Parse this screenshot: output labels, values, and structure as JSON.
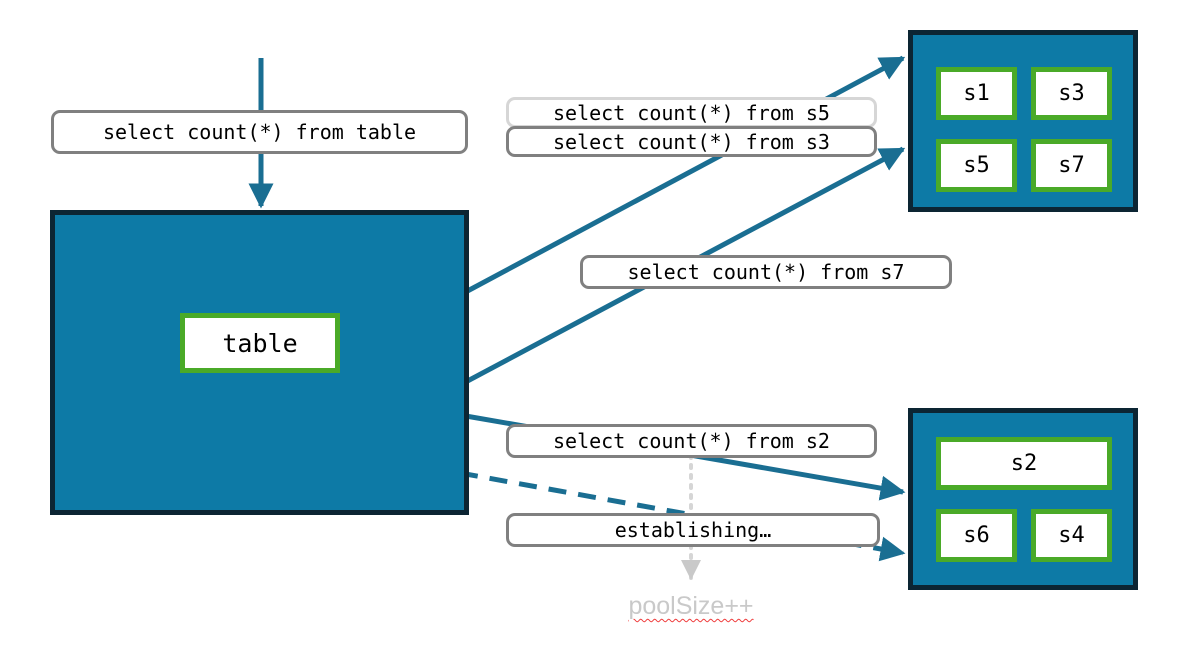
{
  "diagram": {
    "title": "sharded table fan-out query diagram",
    "colors": {
      "container_fill": "#0d7aa6",
      "container_border": "#0c2533",
      "node_border": "#4aaa28",
      "node_fill": "#ffffff",
      "edge": "#1a6e92",
      "label_border": "#808080",
      "label_border_faded": "#d6d6d6",
      "note_text": "#c9c9c9",
      "spellcheck_underline": "#ef3b3b",
      "dotted_guide": "#d6d6d6"
    }
  },
  "labels": {
    "from_table": "select count(*) from table",
    "from_s5": "select count(*) from s5",
    "from_s3": "select count(*) from s3",
    "from_s7": "select count(*) from s7",
    "from_s2": "select count(*) from s2",
    "establishing": "establishing…"
  },
  "note": {
    "poolsize": "poolSize++"
  },
  "table_container": {
    "node_label": "table"
  },
  "shard_group_top": {
    "nodes": [
      {
        "label": "s1"
      },
      {
        "label": "s3"
      },
      {
        "label": "s5"
      },
      {
        "label": "s7"
      }
    ]
  },
  "shard_group_bottom": {
    "nodes": [
      {
        "label": "s2"
      },
      {
        "label": "s6"
      },
      {
        "label": "s4"
      }
    ]
  }
}
